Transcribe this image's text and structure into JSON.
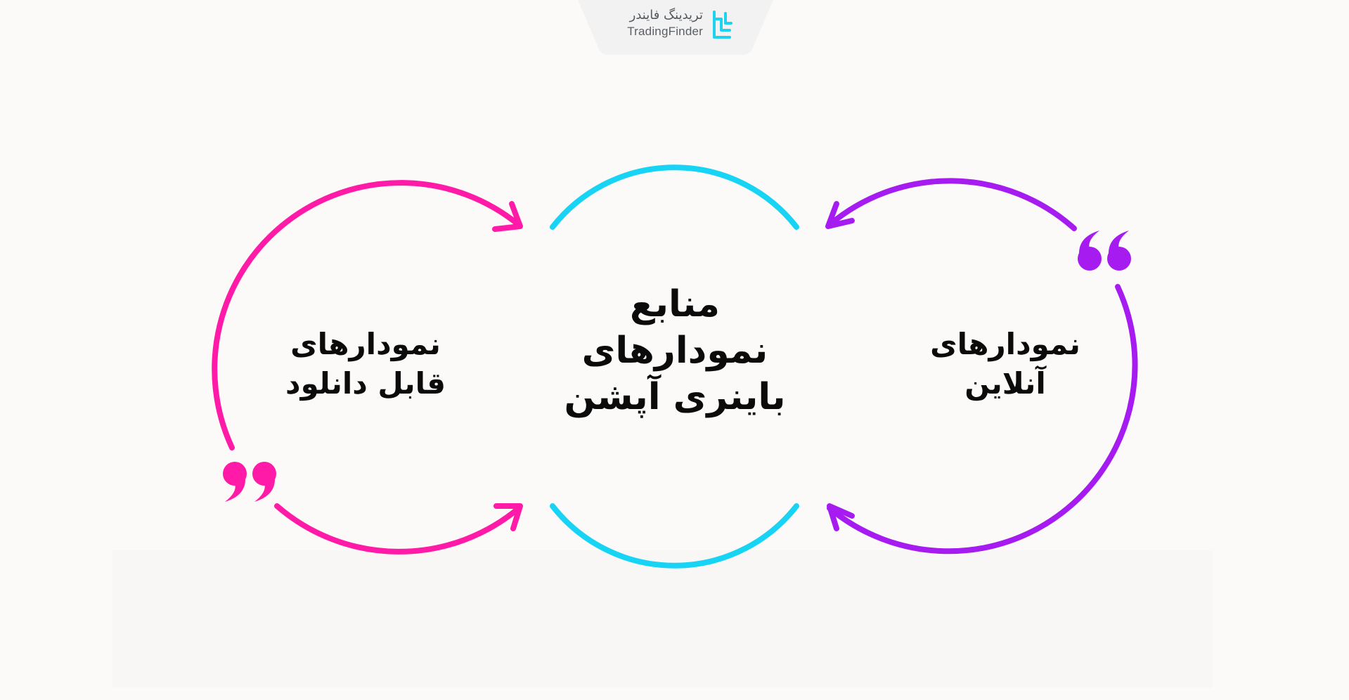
{
  "brand": {
    "name_fa": "تریدینگ فایندر",
    "name_en": "TradingFinder",
    "logo_icon": "tradingfinder-logo-icon",
    "accent_color": "#1fd3f0"
  },
  "center": {
    "title_lines": [
      "منابع",
      "نمودارهای",
      "باینری آپشن"
    ],
    "color": "#17d4f5"
  },
  "left": {
    "label_lines": [
      "نمودارهای",
      "قابل دانلود"
    ],
    "color": "#ff1aa8",
    "quote_icon": "closing-quote-icon"
  },
  "right": {
    "label_lines": [
      "نمودارهای",
      "آنلاین"
    ],
    "color": "#a61cf0",
    "quote_icon": "opening-quote-icon"
  }
}
